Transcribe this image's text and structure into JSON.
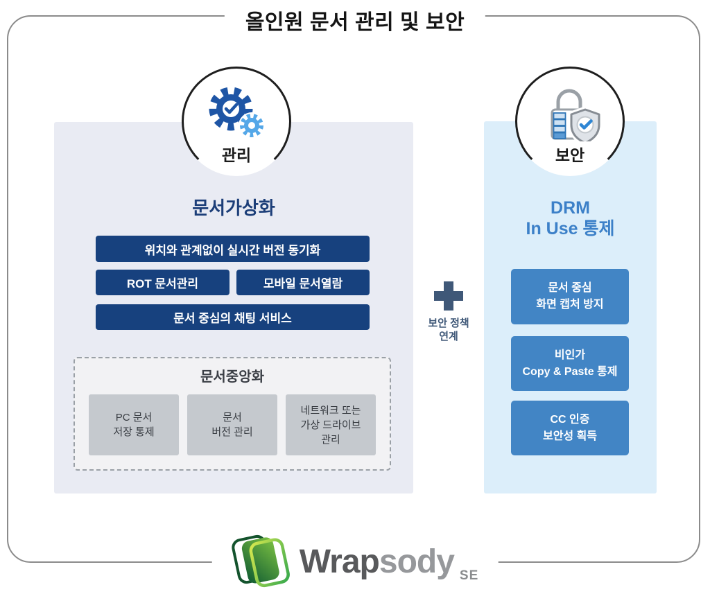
{
  "title": "올인원 문서 관리 및 보안",
  "management": {
    "badge": "관리",
    "section_title": "문서가상화",
    "features": {
      "sync": "위치와 관계없이 실시간 버전 동기화",
      "rot": "ROT 문서관리",
      "mobile": "모바일 문서열람",
      "chat": "문서 중심의 채팅 서비스"
    },
    "centralization": {
      "title": "문서중앙화",
      "items": [
        "PC 문서\n저장 통제",
        "문서\n버전 관리",
        "네트워크 또는\n가상 드라이브\n관리"
      ]
    }
  },
  "connector": {
    "label": "보안 정책\n연계"
  },
  "security": {
    "badge": "보안",
    "section_title": "DRM\nIn Use 통제",
    "features": [
      "문서 중심\n화면 캡처 방지",
      "비인가\nCopy & Paste 통제",
      "CC 인증\n보안성 획득"
    ]
  },
  "logo": {
    "name_primary": "Wrap",
    "name_secondary": "sody",
    "edition": "SE"
  },
  "colors": {
    "navy": "#17417e",
    "blue": "#4285c5",
    "panel_management": "#e9ebf3",
    "panel_security": "#dceefa",
    "slate": "#3f5878",
    "frame_gray": "#8b8b8b",
    "brand_green": "#35a84c"
  }
}
